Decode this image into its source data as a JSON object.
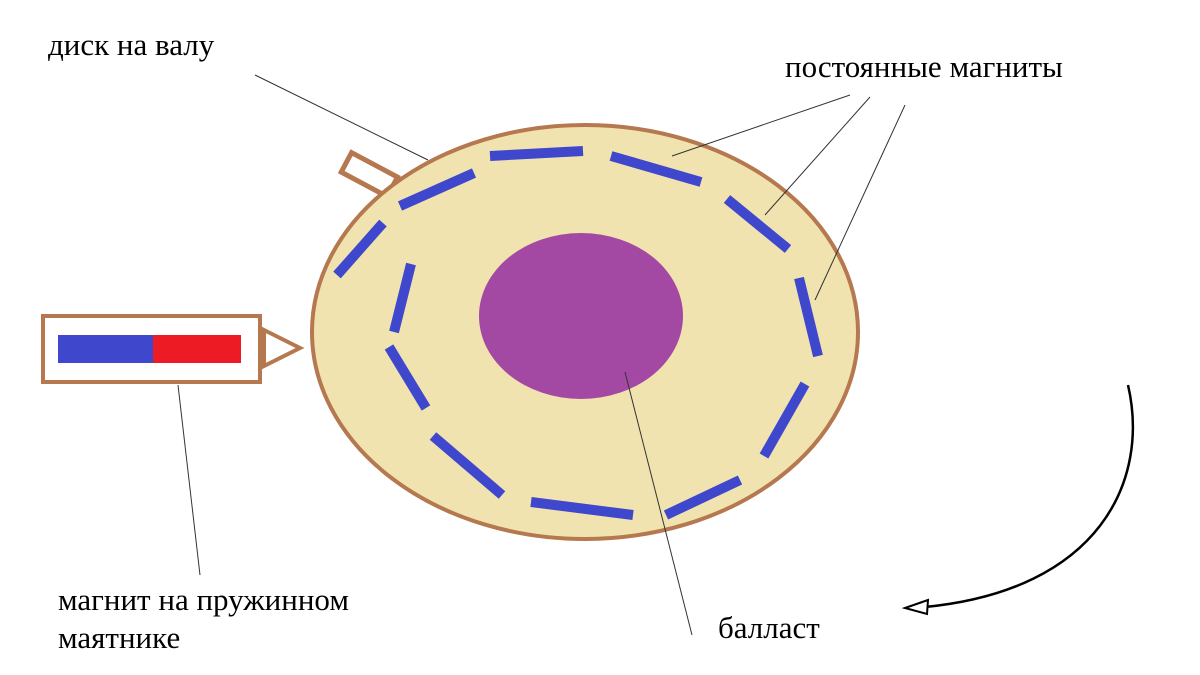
{
  "labels": {
    "disk": "диск на валу",
    "permanent_magnets": "постоянные магниты",
    "pendulum_magnet_line1": "магнит на пружинном",
    "pendulum_magnet_line2": "маятнике",
    "ballast": "балласт"
  },
  "colors": {
    "disk_fill": "#f0e3b0",
    "disk_stroke": "#b5784f",
    "magnet_blue": "#3f48cc",
    "magnet_red": "#ed1c24",
    "ballast_fill": "#a349a4"
  }
}
